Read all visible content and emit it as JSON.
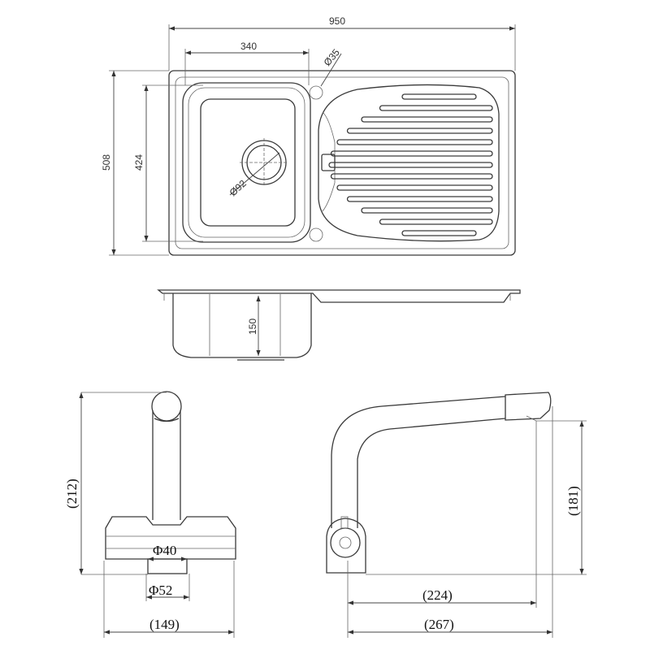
{
  "sink_top_view": {
    "overall_width": "950",
    "bowl_width": "340",
    "tap_hole_diameter": "Ø35",
    "overall_depth": "508",
    "bowl_length": "424",
    "waste_diameter": "Ø92"
  },
  "sink_side_view": {
    "bowl_depth": "150"
  },
  "tap_front_view": {
    "height": "(212)",
    "inner_diameter": "Φ40",
    "base_diameter": "Φ52",
    "width": "(149)"
  },
  "tap_side_view": {
    "spout_height": "(181)",
    "spout_reach": "(224)",
    "overall_length": "(267)"
  },
  "colors": {
    "line": "#3a3a3a",
    "background": "#ffffff"
  }
}
